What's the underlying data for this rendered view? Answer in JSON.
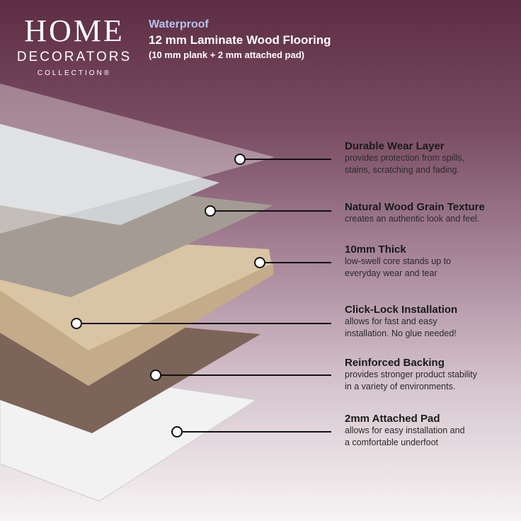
{
  "brand": {
    "line1": "HOME",
    "line2": "DECORATORS",
    "line3": "COLLECTION®"
  },
  "header": {
    "tag": "Waterproof",
    "title": "12 mm Laminate Wood Flooring",
    "subtitle": "(10 mm plank + 2 mm attached pad)"
  },
  "layers": [
    {
      "title": "Durable Wear Layer",
      "desc": "provides protection from spills,\nstains, scratching and fading."
    },
    {
      "title": "Natural Wood Grain Texture",
      "desc": "creates an authentic look and feel."
    },
    {
      "title": "10mm Thick",
      "desc": "low-swell core stands up to\neveryday wear and tear"
    },
    {
      "title": "Click-Lock Installation",
      "desc": "allows for fast and easy\ninstallation. No glue needed!"
    },
    {
      "title": "Reinforced Backing",
      "desc": "provides stronger product stability\nin a variety of environments."
    },
    {
      "title": "2mm Attached Pad",
      "desc": "allows for easy installation and\na comfortable underfoot"
    }
  ]
}
